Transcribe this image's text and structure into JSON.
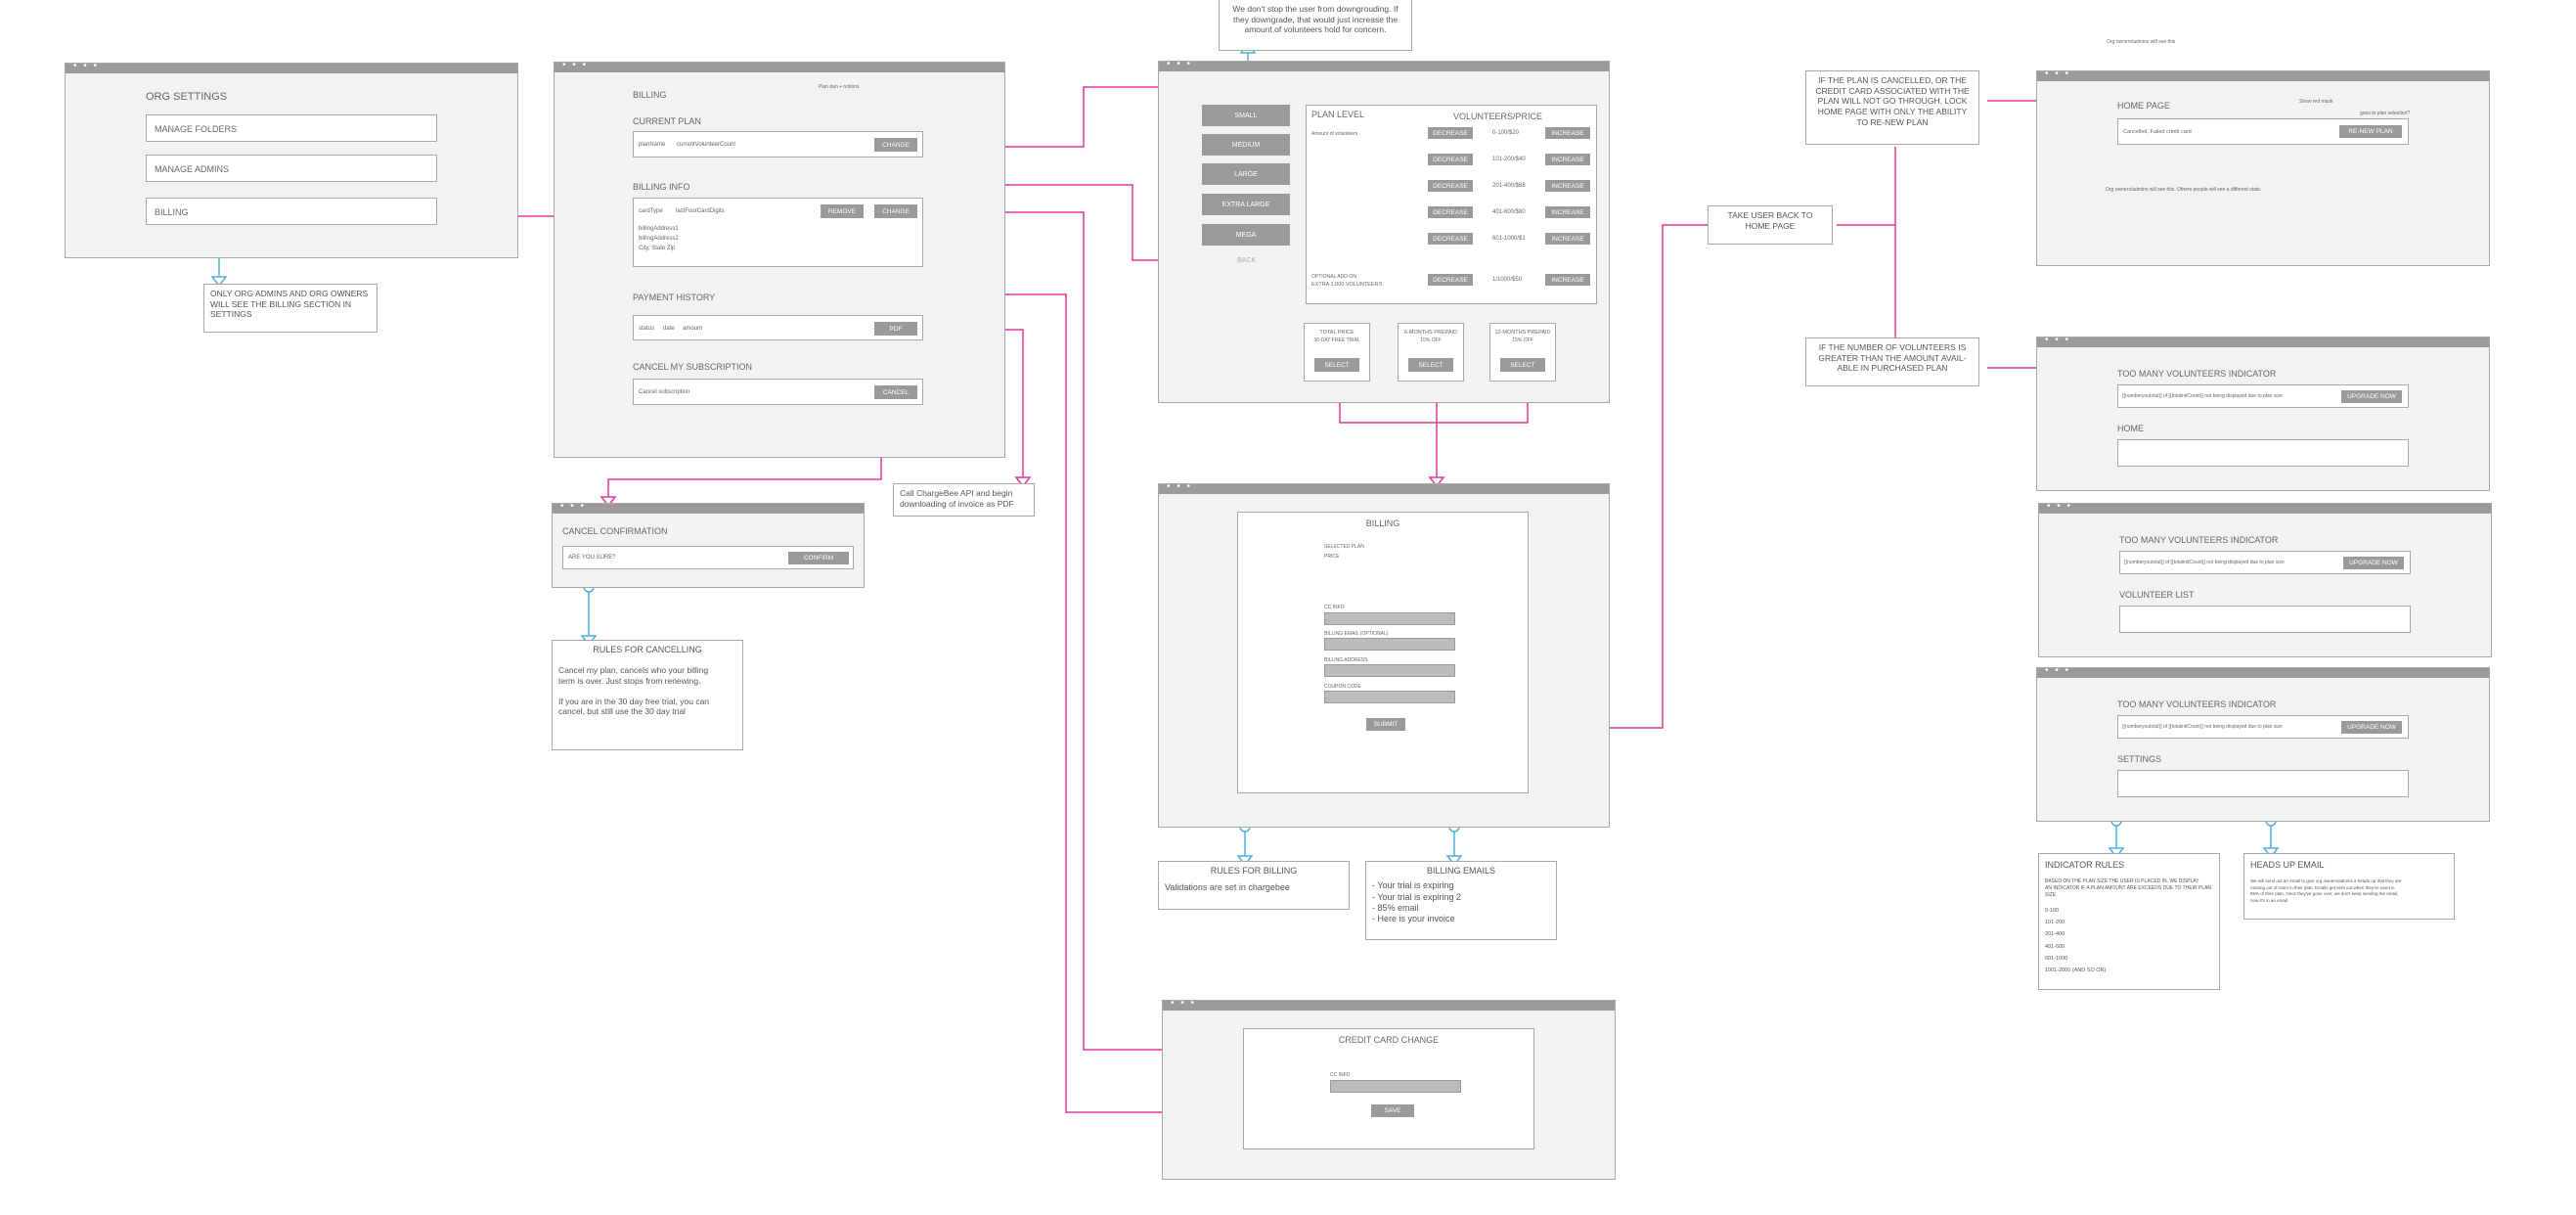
{
  "org_settings": {
    "title": "ORG SETTINGS",
    "manage_folders": "MANAGE FOLDERS",
    "manage_admins": "MANAGE ADMINS",
    "billing": "BILLING"
  },
  "note_org_admins": [
    "ONLY ORG ADMINS AND ORG OWNERS",
    "WILL SEE THE BILLING SECTION IN",
    "SETTINGS"
  ],
  "billing_page": {
    "title": "BILLING",
    "plan_note": "Plan dan + notions",
    "current_plan": "CURRENT PLAN",
    "plan_name": "planName",
    "volunteer_count": "currentVolunteerCount",
    "change": "CHANGE",
    "billing_info": "BILLING INFO",
    "card_type": "cardType",
    "last_four": "lastFourCardDigits",
    "remove": "REMOVE",
    "address1": "billingAddress1",
    "address2": "billingAddress2",
    "city_state_zip": "City, State Zip",
    "payment_history": "PAYMENT HISTORY",
    "status": "status",
    "date": "date",
    "amount": "amount",
    "pdf": "PDF",
    "cancel_sub": "CANCEL MY SUBSCRIPTION",
    "cancel_text": "Cancel subscription",
    "cancel": "CANCEL"
  },
  "cancel_confirm": {
    "title": "CANCEL CONFIRMATION",
    "question": "ARE YOU SURE?",
    "confirm": "CONFIRM"
  },
  "rules_cancelling": {
    "title": "RULES FOR CANCELLING",
    "lines": [
      "Cancel my plan, cancels who your billing",
      "term is over. Just stops from renewing.",
      "",
      "If you are in the 30 day free trial, you can",
      "cancel, but still use the 30 day trial"
    ]
  },
  "note_chargebee": [
    "Call ChargeBee API and begin",
    "downloading of invoice as PDF"
  ],
  "note_downgrade": [
    "We don't stop the user from downgrouding. If",
    "they downgrade, that would just increase the",
    "amount of volunteers hold for concern."
  ],
  "plan_select": {
    "plans": [
      "SMALL",
      "MEDIUM",
      "LARGE",
      "EXTRA LARGE",
      "MEGA"
    ],
    "back": "BACK",
    "plan_level": "PLAN LEVEL",
    "vol_price": "VOLUNTEERS/PRICE",
    "amount_label": "Amount of volunteers",
    "rows": [
      {
        "dec": "DECREASE",
        "range": "0-100/$20",
        "inc": "INCREASE"
      },
      {
        "dec": "DECREASE",
        "range": "101-200/$40",
        "inc": "INCREASE"
      },
      {
        "dec": "DECREASE",
        "range": "201-400/$68",
        "inc": "INCREASE"
      },
      {
        "dec": "DECREASE",
        "range": "401-600/$80",
        "inc": "INCREASE"
      },
      {
        "dec": "DECREASE",
        "range": "601-1000/$1",
        "inc": "INCREASE"
      }
    ],
    "addon_label1": "OPTIONAL ADD-ON",
    "addon_label2": "EXTRA 1,000 VOLUNTEERS",
    "addon_dec": "DECREASE",
    "addon_range": "1/1000/$50",
    "addon_inc": "INCREASE",
    "options": [
      {
        "title": "TOTAL PRICE",
        "sub": "30-DAY FREE TRIAL",
        "select": "SELECT"
      },
      {
        "title": "6-MONTHS PREPAID",
        "sub": "10% OFF",
        "select": "SELECT"
      },
      {
        "title": "12-MONTHS PREPAID",
        "sub": "15% OFF",
        "select": "SELECT"
      }
    ]
  },
  "billing_form": {
    "title": "BILLING",
    "selected_plan": "SELECTED PLAN",
    "price": "PRICE",
    "cc_info": "CC INFO",
    "billing_email": "BILLING EMAIL (OPTIONAL)",
    "billing_address": "BILLING ADDRESS",
    "coupon": "COUPON CODE",
    "submit": "SUBMIT"
  },
  "rules_billing": {
    "title": "RULES FOR BILLING",
    "text": "Validations are set in chargebee"
  },
  "billing_emails": {
    "title": "BILLING EMAILS",
    "items": [
      "- Your trial is expiring",
      "- Your trial is expiring 2",
      "- 85% email",
      "- Here is your invoice"
    ]
  },
  "cc_change": {
    "title": "CREDIT CARD CHANGE",
    "cc_info": "CC INFO",
    "save": "SAVE"
  },
  "note_take_back": [
    "TAKE USER BACK TO",
    "HOME PAGE"
  ],
  "note_cancelled": [
    "IF THE PLAN IS CANCELLED, OR THE",
    "CREDIT CARD ASSOCIATED WITH THE",
    "PLAN WILL NOT GO THROUGH, LOCK",
    "HOME PAGE WITH ONLY THE ABILITY",
    "TO RE-NEW PLAN"
  ],
  "note_too_many": [
    "IF THE NUMBER OF VOLUNTEERS IS",
    "GREATER THAN THE AMOUNT AVAIL-",
    "ABLE IN PURCHASED PLAN"
  ],
  "top_right_note": "Org owners/admins will see this",
  "locked_home": {
    "title": "HOME PAGE",
    "show_red": "Show red mask",
    "cancelled_text": "Cancelled, Failed credit card",
    "renew": "re-new plan",
    "side_note": "goes to plan selection?",
    "bottom_note": "Org owners/admins will see this. Others people will see a different state."
  },
  "indicators": [
    {
      "title": "TOO MANY VOLUNTEERS INDICATOR",
      "text": "[{numberyoutotal}] of [{totalinitCount}] not being displayed due to plan size",
      "upgrade": "UPGRADE NOW",
      "section": "HOME"
    },
    {
      "title": "TOO MANY VOLUNTEERS INDICATOR",
      "text": "[{numberyoutotal}] of [{totalinitCount}] not being displayed due to plan size",
      "upgrade": "UPGRADE NOW",
      "section": "VOLUNTEER LIST"
    },
    {
      "title": "TOO MANY VOLUNTEERS INDICATOR",
      "text": "[{numberyoutotal}] of [{totalinitCount}] not being displayed due to plan size",
      "upgrade": "UPGRADE NOW",
      "section": "SETTINGS"
    }
  ],
  "indicator_rules": {
    "title": "INDICATOR RULES",
    "desc": [
      "BASED ON THE PLAN SIZE THE USER IS PLACED IN, WE DISPLAY",
      "AN INDICATOR IF A PLAN AMOUNT ARE EXCEEDS DUE TO THEIR PLAN",
      "SIZE."
    ],
    "tiers": [
      "0-100",
      "101-200",
      "201-400",
      "401-600",
      "601-1000",
      "1001-2000 (AND SO ON)"
    ]
  },
  "heads_up": {
    "title": "HEADS UP EMAIL",
    "lines": [
      "We will send out an email to give org owners/admins a heads up that they are",
      "running out of room in their plan. Emails get sent out when they've used in",
      "85% of their plan. Once they've gone over, we don't keep sending the email,",
      "now it's in an email."
    ]
  }
}
